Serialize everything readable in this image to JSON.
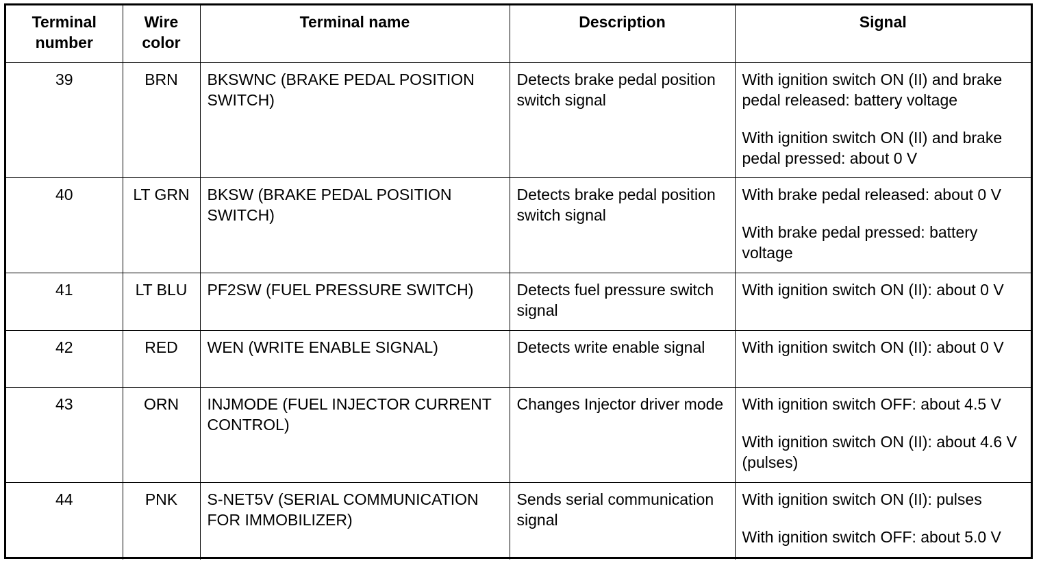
{
  "table": {
    "headers": {
      "terminal_number": [
        "Terminal",
        "number"
      ],
      "wire_color": [
        "Wire",
        "color"
      ],
      "terminal_name": "Terminal name",
      "description": "Description",
      "signal": "Signal"
    },
    "rows": [
      {
        "terminal_number": "39",
        "wire_color": "BRN",
        "terminal_name": "BKSWNC (BRAKE PEDAL POSITION SWITCH)",
        "description": "Detects brake pedal position switch signal",
        "signal": [
          "With ignition switch ON (II) and brake pedal released: battery voltage",
          "With ignition switch ON (II) and brake pedal pressed: about 0 V"
        ]
      },
      {
        "terminal_number": "40",
        "wire_color": "LT GRN",
        "terminal_name": "BKSW (BRAKE PEDAL POSITION SWITCH)",
        "description": "Detects brake pedal position switch signal",
        "signal": [
          "With brake pedal released: about 0 V",
          "With brake pedal pressed: battery voltage"
        ]
      },
      {
        "terminal_number": "41",
        "wire_color": "LT BLU",
        "terminal_name": "PF2SW (FUEL PRESSURE SWITCH)",
        "description": "Detects fuel pressure switch signal",
        "signal": [
          "With ignition switch ON (II): about 0 V"
        ]
      },
      {
        "terminal_number": "42",
        "wire_color": "RED",
        "terminal_name": "WEN (WRITE ENABLE SIGNAL)",
        "description": "Detects write enable signal",
        "signal": [
          "With ignition switch ON (II): about 0 V"
        ]
      },
      {
        "terminal_number": "43",
        "wire_color": "ORN",
        "terminal_name": "INJMODE (FUEL INJECTOR CURRENT CONTROL)",
        "description": "Changes Injector driver mode",
        "signal": [
          "With ignition switch OFF: about 4.5 V",
          "With ignition switch ON (II): about 4.6 V (pulses)"
        ]
      },
      {
        "terminal_number": "44",
        "wire_color": "PNK",
        "terminal_name": "S-NET5V (SERIAL COMMUNICATION FOR IMMOBILIZER)",
        "description": "Sends serial communication signal",
        "signal": [
          "With ignition switch ON (II): pulses",
          "With ignition switch OFF: about 5.0 V"
        ]
      }
    ]
  }
}
